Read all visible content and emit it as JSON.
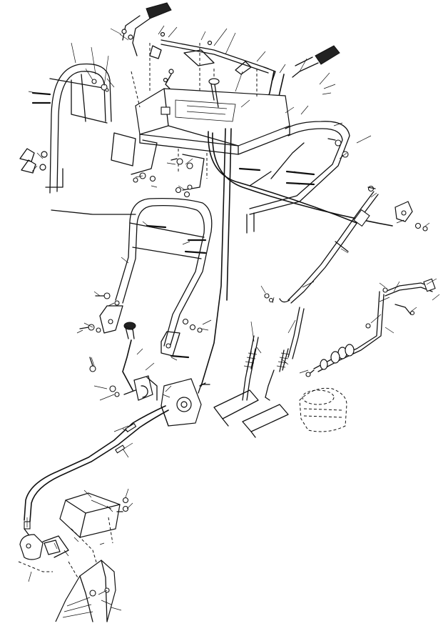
{
  "diagram": {
    "callouts": [
      [
        155,
        40,
        170,
        48
      ],
      [
        168,
        48,
        180,
        56
      ],
      [
        230,
        36,
        222,
        48
      ],
      [
        248,
        38,
        236,
        52
      ],
      [
        288,
        44,
        282,
        56
      ],
      [
        318,
        40,
        300,
        64
      ],
      [
        330,
        46,
        316,
        76
      ],
      [
        372,
        72,
        360,
        86
      ],
      [
        400,
        90,
        392,
        102
      ],
      [
        430,
        82,
        420,
        100
      ],
      [
        462,
        102,
        448,
        118
      ],
      [
        470,
        118,
        454,
        124
      ],
      [
        464,
        130,
        452,
        132
      ],
      [
        100,
        60,
        106,
        88
      ],
      [
        128,
        66,
        134,
        104
      ],
      [
        152,
        78,
        146,
        120
      ],
      [
        120,
        96,
        130,
        112
      ],
      [
        150,
        110,
        160,
        122
      ],
      [
        40,
        128,
        50,
        130
      ],
      [
        60,
        222,
        52,
        214
      ],
      [
        45,
        240,
        52,
        232
      ],
      [
        340,
        100,
        330,
        128
      ],
      [
        350,
        140,
        338,
        150
      ],
      [
        412,
        150,
        400,
        158
      ],
      [
        432,
        148,
        422,
        160
      ],
      [
        480,
        172,
        468,
        176
      ],
      [
        520,
        190,
        500,
        200
      ],
      [
        486,
        214,
        476,
        222
      ],
      [
        420,
        242,
        412,
        240
      ],
      [
        420,
        258,
        410,
        256
      ],
      [
        270,
        222,
        260,
        230
      ],
      [
        234,
        228,
        246,
        230
      ],
      [
        190,
        248,
        200,
        246
      ],
      [
        212,
        260,
        220,
        262
      ],
      [
        250,
        260,
        260,
        266
      ],
      [
        200,
        310,
        210,
        318
      ],
      [
        256,
        342,
        266,
        338
      ],
      [
        170,
        360,
        180,
        368
      ],
      [
        132,
        408,
        140,
        414
      ],
      [
        152,
        428,
        160,
        424
      ],
      [
        118,
        452,
        130,
        458
      ],
      [
        108,
        466,
        116,
        462
      ],
      [
        176,
        456,
        186,
        462
      ],
      [
        296,
        448,
        284,
        454
      ],
      [
        292,
        462,
        282,
        460
      ],
      [
        200,
        488,
        192,
        496
      ],
      [
        216,
        508,
        204,
        518
      ],
      [
        248,
        504,
        240,
        500
      ],
      [
        128,
        500,
        132,
        512
      ],
      [
        132,
        540,
        150,
        544
      ],
      [
        140,
        560,
        160,
        552
      ],
      [
        240,
        540,
        232,
        548
      ],
      [
        238,
        556,
        228,
        552
      ],
      [
        366,
        400,
        372,
        410
      ],
      [
        384,
        416,
        382,
        424
      ],
      [
        440,
        394,
        424,
        402
      ],
      [
        528,
        270,
        520,
        276
      ],
      [
        566,
        308,
        556,
        312
      ],
      [
        602,
        312,
        594,
        318
      ],
      [
        488,
        354,
        478,
        348
      ],
      [
        532,
        396,
        540,
        402
      ],
      [
        560,
        394,
        552,
        408
      ],
      [
        612,
        390,
        598,
        398
      ],
      [
        616,
        412,
        606,
        420
      ],
      [
        584,
        430,
        576,
        436
      ],
      [
        546,
        416,
        532,
        422
      ],
      [
        552,
        466,
        540,
        458
      ],
      [
        534,
        440,
        520,
        452
      ],
      [
        352,
        450,
        356,
        478
      ],
      [
        414,
        448,
        404,
        466
      ],
      [
        366,
        494,
        360,
        486
      ],
      [
        404,
        510,
        394,
        502
      ],
      [
        420,
        522,
        432,
        518
      ],
      [
        172,
        600,
        180,
        604
      ],
      [
        172,
        628,
        180,
        640
      ],
      [
        118,
        686,
        128,
        696
      ],
      [
        180,
        684,
        176,
        696
      ],
      [
        186,
        704,
        178,
        712
      ],
      [
        150,
        708,
        158,
        716
      ],
      [
        104,
        752,
        110,
        758
      ],
      [
        76,
        760,
        80,
        768
      ],
      [
        96,
        778,
        90,
        770
      ],
      [
        38,
        724,
        38,
        738
      ],
      [
        40,
        814,
        44,
        800
      ],
      [
        146,
        760,
        140,
        762
      ],
      [
        150,
        826,
        138,
        832
      ],
      [
        156,
        846,
        142,
        840
      ],
      [
        170,
        854,
        156,
        850
      ]
    ]
  }
}
